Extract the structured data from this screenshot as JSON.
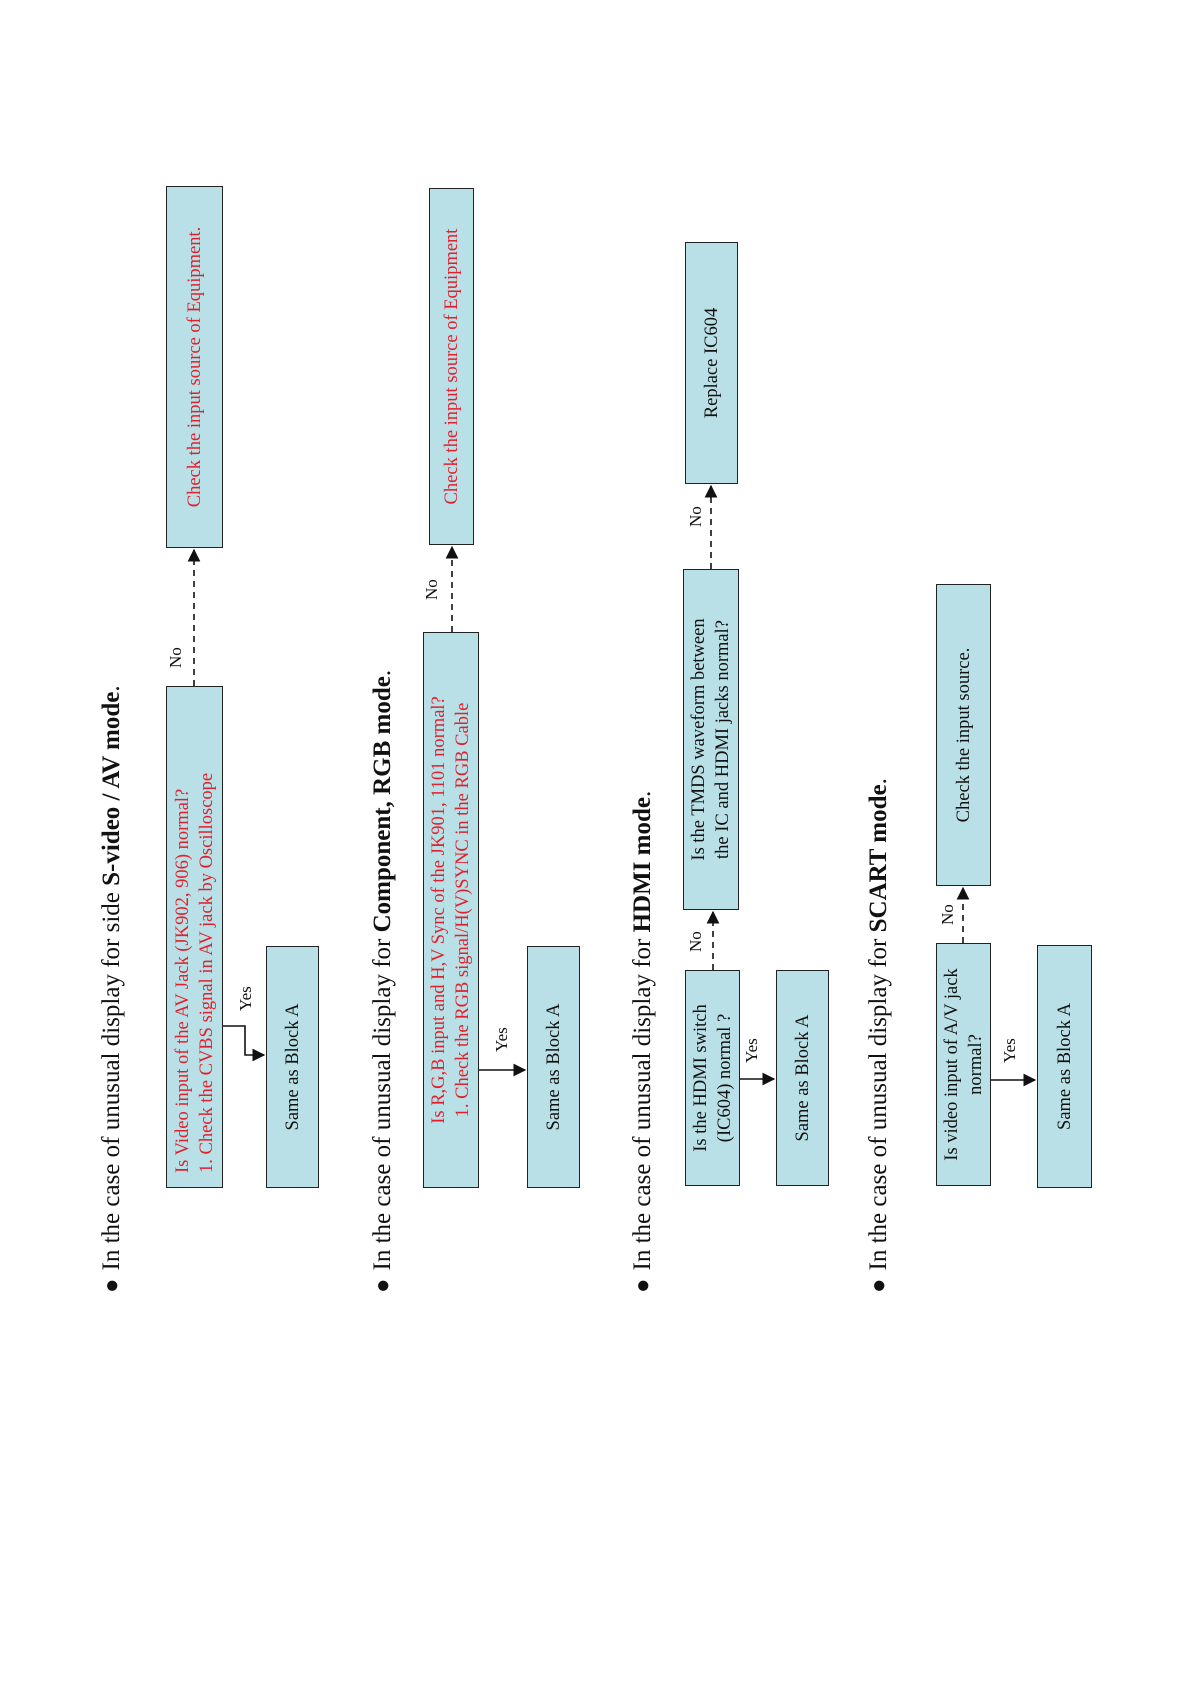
{
  "sections": [
    {
      "heading_prefix": "In the case of unusual display for side ",
      "heading_bold": "S-video / AV mode",
      "heading_suffix": ".",
      "question_line1": "Is Video input of the AV Jack (JK902, 906) normal?",
      "question_line2": "1. Check the CVBS signal in AV jack by Oscilloscope",
      "yes_label": "Yes",
      "yes_box": "Same as Block A",
      "no_label": "No",
      "no_box": "Check the input source of Equipment."
    },
    {
      "heading_prefix": "In the case of unusual display for ",
      "heading_bold": "Component, RGB mode",
      "heading_suffix": ".",
      "question_line1": "Is R,G,B input and H,V Sync of the JK901, 1101  normal?",
      "question_line2": "1. Check the RGB signal/H(V)SYNC in the RGB Cable",
      "yes_label": "Yes",
      "yes_box": "Same as Block A",
      "no_label": "No",
      "no_box": "Check the input source of Equipment"
    },
    {
      "heading_prefix": "In the case of unusual display for ",
      "heading_bold": "HDMI mode",
      "heading_suffix": ".",
      "question_line1": "Is the HDMI switch",
      "question_line2": "(IC604) normal ?",
      "yes_label": "Yes",
      "yes_box": "Same as Block A",
      "no_label": "No",
      "second_question_line1": "Is the TMDS waveform between",
      "second_question_line2": "the IC and HDMI jacks normal?",
      "second_no_label": "No",
      "second_no_box": "Replace IC604"
    },
    {
      "heading_prefix": "In the case of unusual display for ",
      "heading_bold": "SCART mode",
      "heading_suffix": ".",
      "question_line1": "Is video input of A/V jack",
      "question_line2": "normal?",
      "yes_label": "Yes",
      "yes_box": "Same as Block A",
      "no_label": "No",
      "no_box": "Check the input source."
    }
  ],
  "colors": {
    "box_fill": "#b9e0e6",
    "red_text": "#e0212d"
  }
}
